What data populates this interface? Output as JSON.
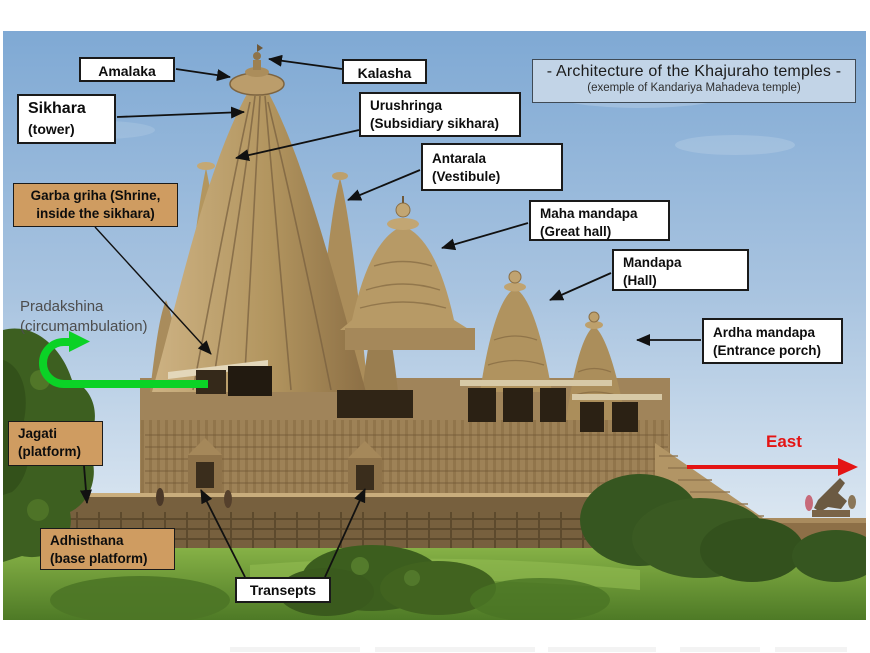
{
  "title": {
    "line1": "- Architecture of the Khajuraho temples -",
    "line2": "(exemple of Kandariya Mahadeva temple)"
  },
  "labels": {
    "amalaka": {
      "line1": "Amalaka"
    },
    "kalasha": {
      "line1": "Kalasha"
    },
    "sikhara": {
      "line1": "Sikhara",
      "line2": "(tower)"
    },
    "urushringa": {
      "line1": "Urushringa",
      "line2": "(Subsidiary sikhara)"
    },
    "antarala": {
      "line1": "Antarala",
      "line2": "(Vestibule)"
    },
    "maha_mandapa": {
      "line1": "Maha mandapa",
      "line2": "(Great hall)"
    },
    "mandapa": {
      "line1": "Mandapa",
      "line2": "(Hall)"
    },
    "ardha_mandapa": {
      "line1": "Ardha mandapa",
      "line2": "(Entrance porch)"
    },
    "garba_griha": {
      "line1": "Garba griha (Shrine,",
      "line2": "inside the sikhara)"
    },
    "pradakshina": {
      "line1": "Pradakshina",
      "line2": "(circumambulation)"
    },
    "jagati": {
      "line1": "Jagati",
      "line2": "(platform)"
    },
    "adhisthana": {
      "line1": "Adhisthana",
      "line2": "(base platform)"
    },
    "transepts": {
      "line1": "Transepts"
    },
    "east": {
      "line1": "East"
    }
  },
  "colors": {
    "white_label_bg": "#ffffff",
    "tan_label_bg": "#cf9c61",
    "title_box_bg": "#c2d4e7",
    "green_arrow": "#0bd226",
    "east_arrow_red": "#e41414",
    "sky_top": "#7fa9d4",
    "temple_stone": "#b2955f",
    "grass": "#5d8a2e"
  }
}
